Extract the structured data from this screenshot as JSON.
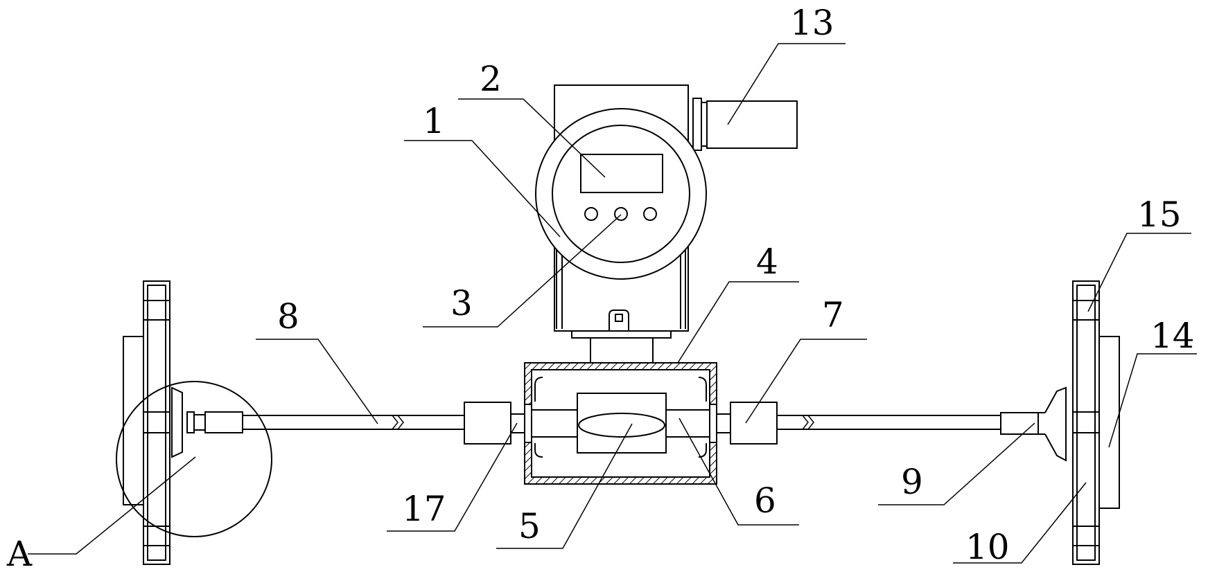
{
  "labels": {
    "l1": "1",
    "l2": "2",
    "l3": "3",
    "l4": "4",
    "l5": "5",
    "l6": "6",
    "l7": "7",
    "l8": "8",
    "l9": "9",
    "l10": "10",
    "l13": "13",
    "l14": "14",
    "l15": "15",
    "l17": "17",
    "lA": "A"
  },
  "colors": {
    "line": "#000000",
    "background": "#ffffff"
  }
}
